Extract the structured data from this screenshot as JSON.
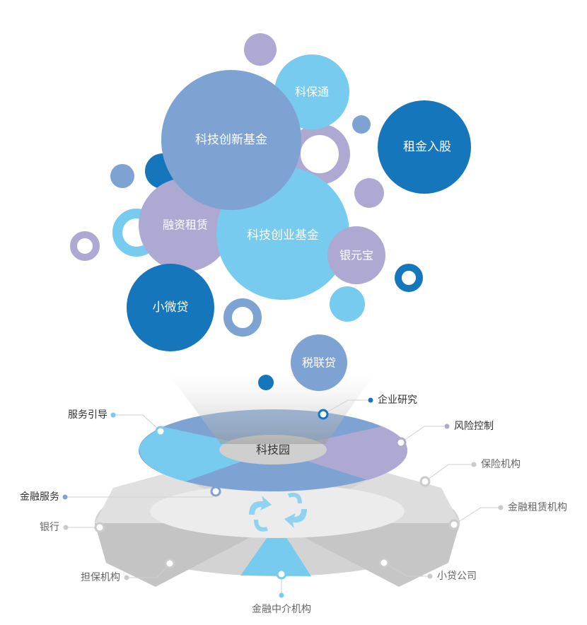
{
  "bubbles": {
    "keji_chuangxin": "科技创新基金",
    "kebaotong": "科保通",
    "zujin_rugu": "租金入股",
    "rongzi_zulin": "融资租赁",
    "keji_chuangye": "科技创业基金",
    "yinyuanbao": "银元宝",
    "xiaoweidai": "小微贷",
    "shuilian_dai": "税联贷"
  },
  "hub": {
    "center": "科技园"
  },
  "labels": {
    "fuwu_yindao": "服务引导",
    "qiye_yanjiu": "企业研究",
    "fengxian_kongzhi": "风险控制",
    "baoxian_jigou": "保险机构",
    "jinrong_fuwu": "金融服务",
    "jinrong_zulin_jigou": "金融租赁机构",
    "yinhang": "银行",
    "danbao_jigou": "担保机构",
    "xiaodai_gongsi": "小贷公司",
    "jinrong_zhongjie": "金融中介机构"
  },
  "colors": {
    "light_blue": "#76cbee",
    "mid_blue": "#7ea3d2",
    "dark_blue": "#1576bb",
    "lavender": "#aea9d2",
    "grey": "#cbcbcb"
  }
}
